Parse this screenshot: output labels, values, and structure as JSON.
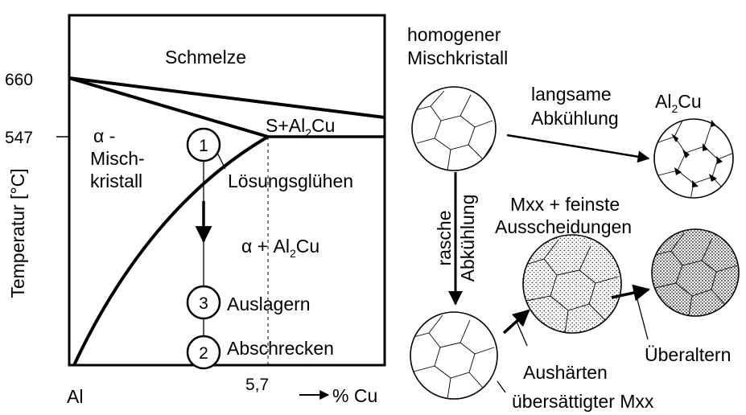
{
  "phase_diagram": {
    "y_axis_label": "Temperatur [°C]",
    "y_ticks": [
      "660",
      "547"
    ],
    "x_ticks": [
      "Al",
      "5,7"
    ],
    "x_axis_label": "% Cu",
    "regions": {
      "melt": "Schmelze",
      "alpha_line1": "α -",
      "alpha_line2": "Misch-",
      "alpha_line3": "kristall",
      "eutectic_prefix": "S+Al",
      "eutectic_sub": "2",
      "eutectic_suffix": "Cu",
      "two_phase_prefix": "α + Al",
      "two_phase_sub": "2",
      "two_phase_suffix": "Cu"
    },
    "steps": [
      {
        "number": "1",
        "label": "Lösungsglühen"
      },
      {
        "number": "3",
        "label": "Auslagern"
      },
      {
        "number": "2",
        "label": "Abschrecken"
      }
    ]
  },
  "microstructures": {
    "homogeneous_line1": "homogener",
    "homogeneous_line2": "Mischkristall",
    "slow_line1": "langsame",
    "slow_line2": "Abkühlung",
    "al2cu_prefix": "Al",
    "al2cu_sub": "2",
    "al2cu_suffix": "Cu",
    "rapid_line1": "rasche",
    "rapid_line2": "Abkühlung",
    "fine_line1": "Mxx + feinste",
    "fine_line2": "Ausscheidungen",
    "hardening": "Aushärten",
    "supersaturated": "übersättigter Mxx",
    "overaging": "Überaltern"
  }
}
